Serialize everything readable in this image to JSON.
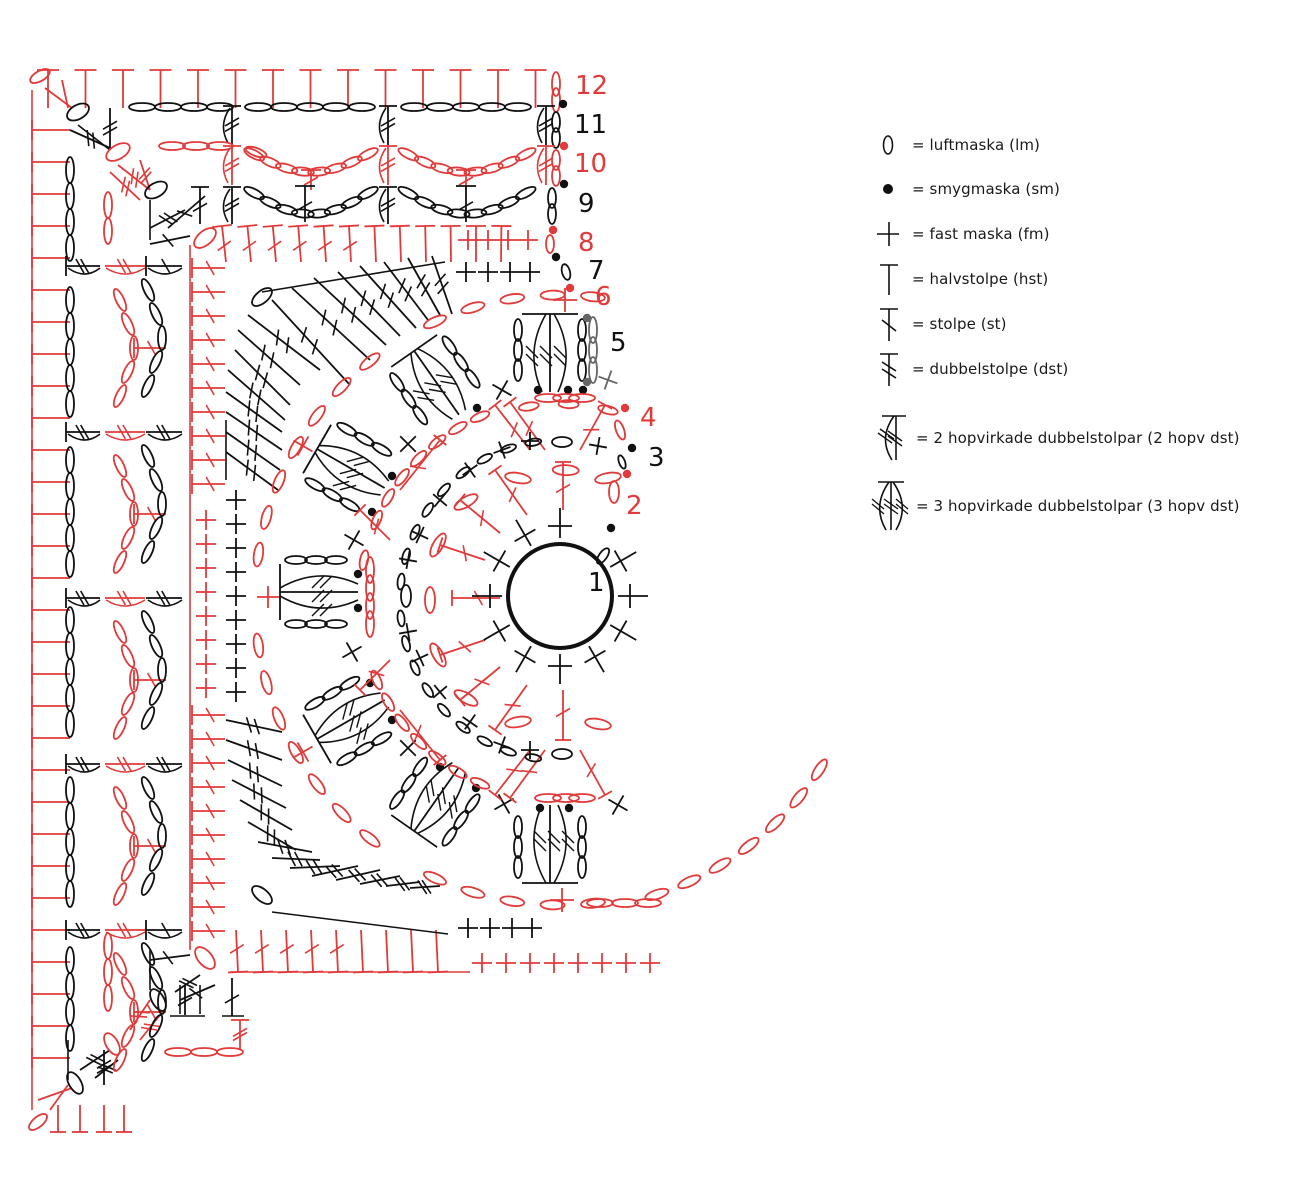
{
  "diagram": {
    "title": "Crochet chart – corner square motif",
    "colors": {
      "red": "#e03a3a",
      "black": "#111111",
      "gray": "#666666"
    },
    "row_labels": [
      {
        "n": "12",
        "color": "red"
      },
      {
        "n": "11",
        "color": "black"
      },
      {
        "n": "10",
        "color": "red"
      },
      {
        "n": "9",
        "color": "black"
      },
      {
        "n": "8",
        "color": "red"
      },
      {
        "n": "7",
        "color": "black"
      },
      {
        "n": "6",
        "color": "red"
      },
      {
        "n": "5",
        "color": "black"
      },
      {
        "n": "4",
        "color": "red"
      },
      {
        "n": "3",
        "color": "black"
      },
      {
        "n": "2",
        "color": "red"
      },
      {
        "n": "1",
        "color": "black"
      }
    ]
  },
  "legend": {
    "items": [
      {
        "symbol": "chain-oval",
        "text": "= luftmaska (lm)"
      },
      {
        "symbol": "dot",
        "text": "= smygmaska (sm)"
      },
      {
        "symbol": "plus",
        "text": "= fast maska (fm)"
      },
      {
        "symbol": "t-bar",
        "text": "= halvstolpe (hst)"
      },
      {
        "symbol": "t-bar-1-slash",
        "text": "= stolpe (st)"
      },
      {
        "symbol": "t-bar-2-slash",
        "text": "= dubbelstolpe (dst)"
      },
      {
        "symbol": "cluster-2",
        "text": "= 2 hopvirkade dubbelstolpar (2 hopv dst)"
      },
      {
        "symbol": "cluster-3",
        "text": "= 3 hopvirkade dubbelstolpar (3 hopv dst)"
      }
    ]
  }
}
